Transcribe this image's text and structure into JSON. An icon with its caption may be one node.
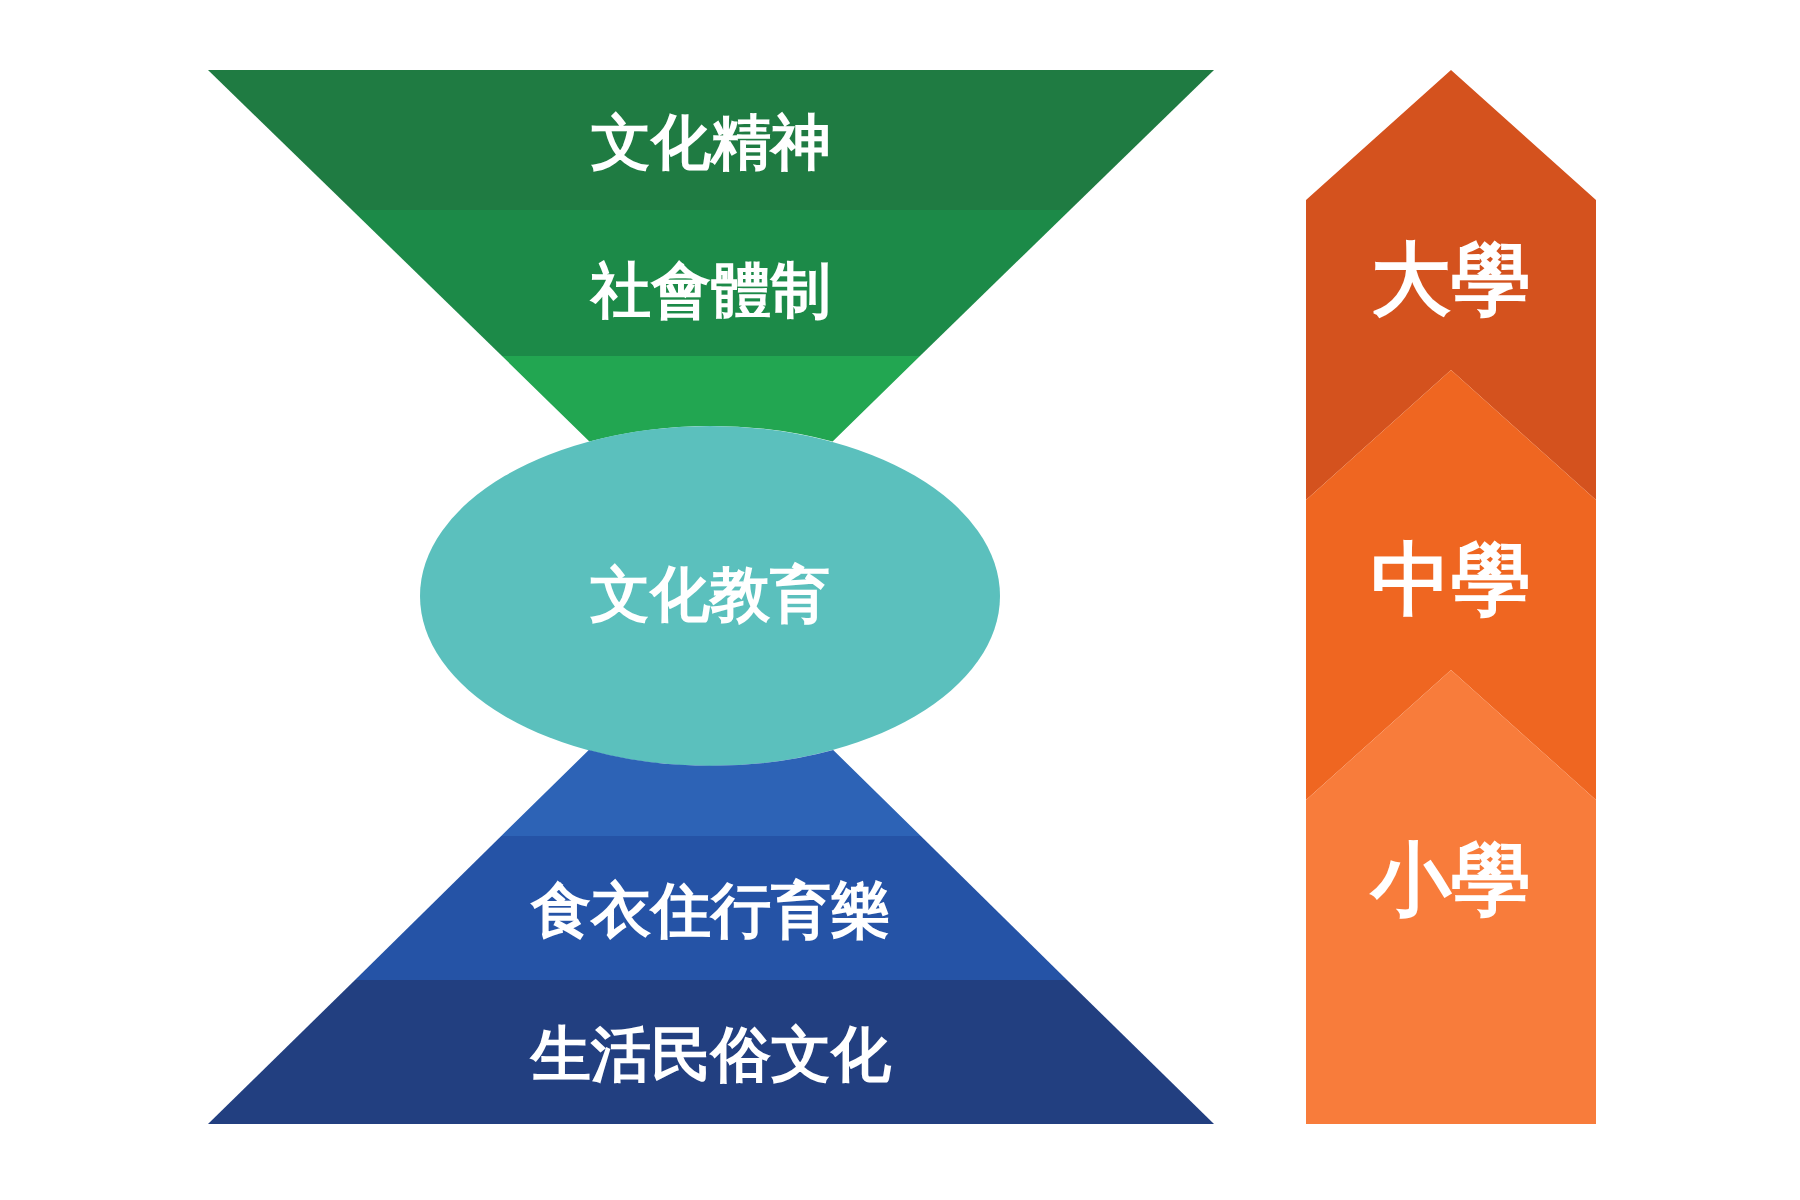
{
  "diagram": {
    "nodes": [
      {
        "text": [
          "文化精神"
        ]
      },
      {
        "text": [
          "社會體制"
        ]
      },
      {
        "text": [],
        "shape": "triangle"
      },
      {
        "text": [
          "文化教育"
        ]
      },
      {
        "text": [],
        "shape": "triangle"
      },
      {
        "text": [
          "食衣住行育樂"
        ]
      },
      {
        "text": [
          "生活民俗文化"
        ]
      },
      {
        "text": [
          "大學"
        ]
      },
      {
        "text": [
          "中學"
        ]
      },
      {
        "text": [
          "小學"
        ]
      }
    ]
  }
}
